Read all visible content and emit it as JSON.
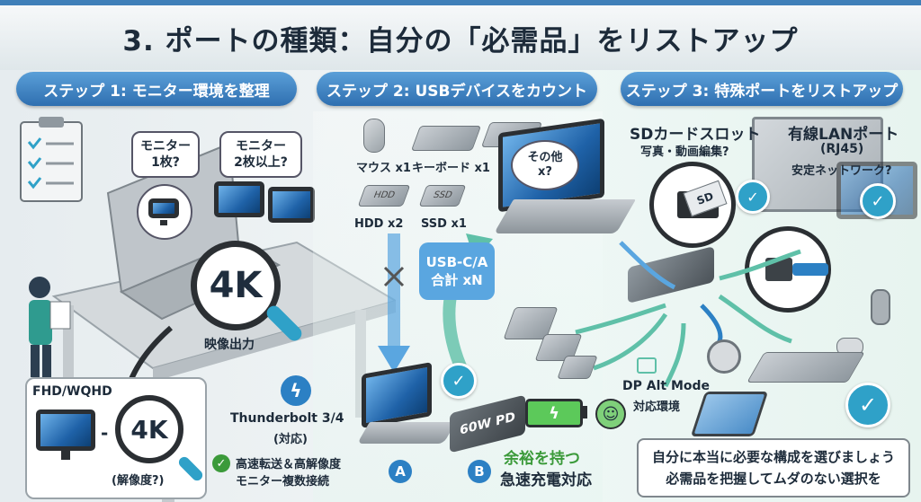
{
  "title": "3. ポートの種類：自分の「必需品」をリストアップ",
  "steps": [
    {
      "label": "ステップ 1: モニター環境を整理"
    },
    {
      "label": "ステップ 2: USBデバイスをカウント"
    },
    {
      "label": "ステップ 3: 特殊ポートをリストアップ"
    }
  ],
  "step1": {
    "bubble_one": "モニター\n1枚?",
    "bubble_two": "モニター\n2枚以上?",
    "lens_4k": "4K",
    "video_out": "映像出力",
    "resolution_label": "FHD/WQHD",
    "dash": "-",
    "lens_4k_small": "4K",
    "resolution_caption": "(解像度?)"
  },
  "step2": {
    "mouse": "マウス x1",
    "keyboard": "キーボード x1",
    "hdd": "HDD x2",
    "ssd": "SSD x1",
    "hdd_chip": "HDD",
    "ssd_chip": "SSD",
    "usb_total_line1": "USB-C/A",
    "usb_total_line2": "合計 xN",
    "other": "その他\nx?",
    "thunderbolt": "Thunderbolt 3/4",
    "thunderbolt_sub": "(対応)",
    "tb_benefit_line1": "高速転送＆高解像度",
    "tb_benefit_line2": "モニター複数接続",
    "option_a": "A",
    "option_b": "B",
    "charger_label": "60W PD",
    "margin": "余裕を持つ",
    "fast_charge": "急速充電対応"
  },
  "step3": {
    "sd_title": "SDカードスロット",
    "sd_sub": "写真・動画編集?",
    "sd_chip": "SD",
    "lan_title": "有線LANポート",
    "lan_paren": "(RJ45)",
    "lan_sub": "安定ネットワーク?",
    "dp_alt": "DP Alt Mode",
    "dp_alt_sub": "対応環境",
    "summary_line1": "自分に本当に必要な構成を選びましょう",
    "summary_line2": "必需品を把握してムダのない選択を"
  },
  "colors": {
    "accent": "#2f6fb0",
    "check": "#2fa1c8",
    "green": "#3b9a3a",
    "battery": "#5cc95a"
  }
}
